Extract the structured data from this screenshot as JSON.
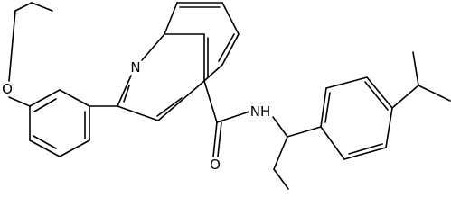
{
  "molecule": {
    "atom_labels": {
      "ether_oxygen": "O",
      "ring_nitrogen": "N",
      "amide_oxygen": "O",
      "amide_nitrogen": "NH"
    },
    "colors": {
      "bond": "#000000",
      "label": "#000000",
      "background": "#ffffff"
    }
  }
}
